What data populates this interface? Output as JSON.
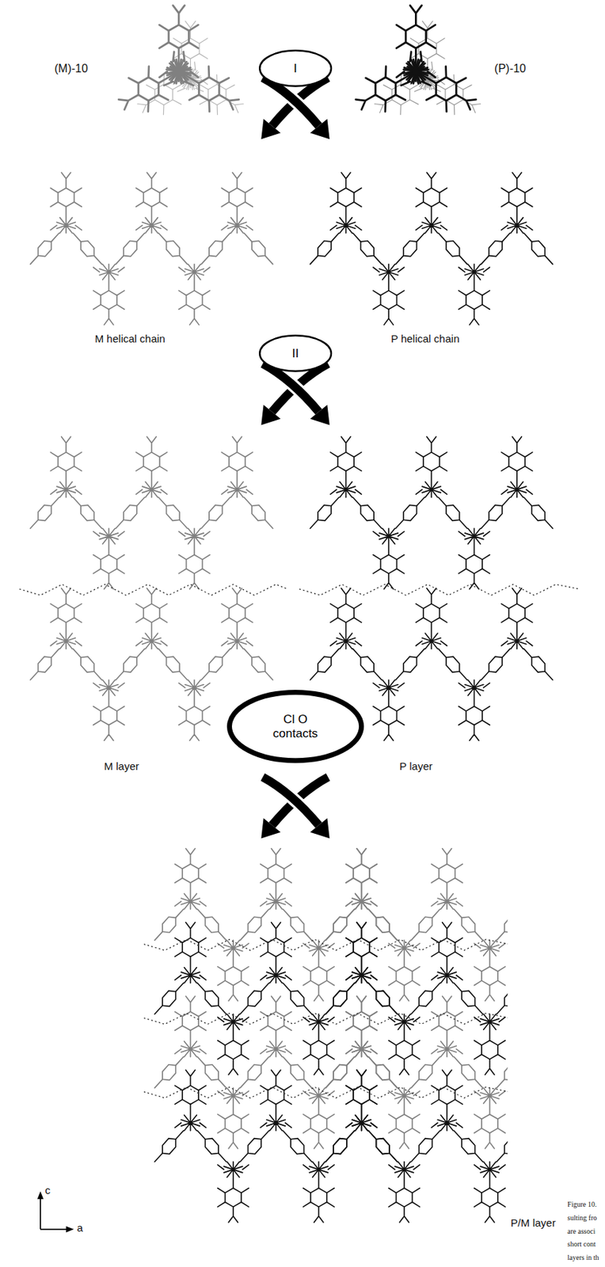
{
  "diagram": {
    "nodes": [
      {
        "text": [
          "I"
        ]
      },
      {
        "text": [
          "II"
        ]
      },
      {
        "text": [
          "Cl O contacts"
        ]
      }
    ],
    "labels": [
      "(M)-10",
      "(P)-10",
      "M helical chain",
      "P helical chain",
      "M layer",
      "P layer",
      "P/M layer",
      "c",
      "a",
      "Figure 10.",
      "sulting fro",
      "are associ",
      "short cont",
      "layers in th"
    ]
  }
}
